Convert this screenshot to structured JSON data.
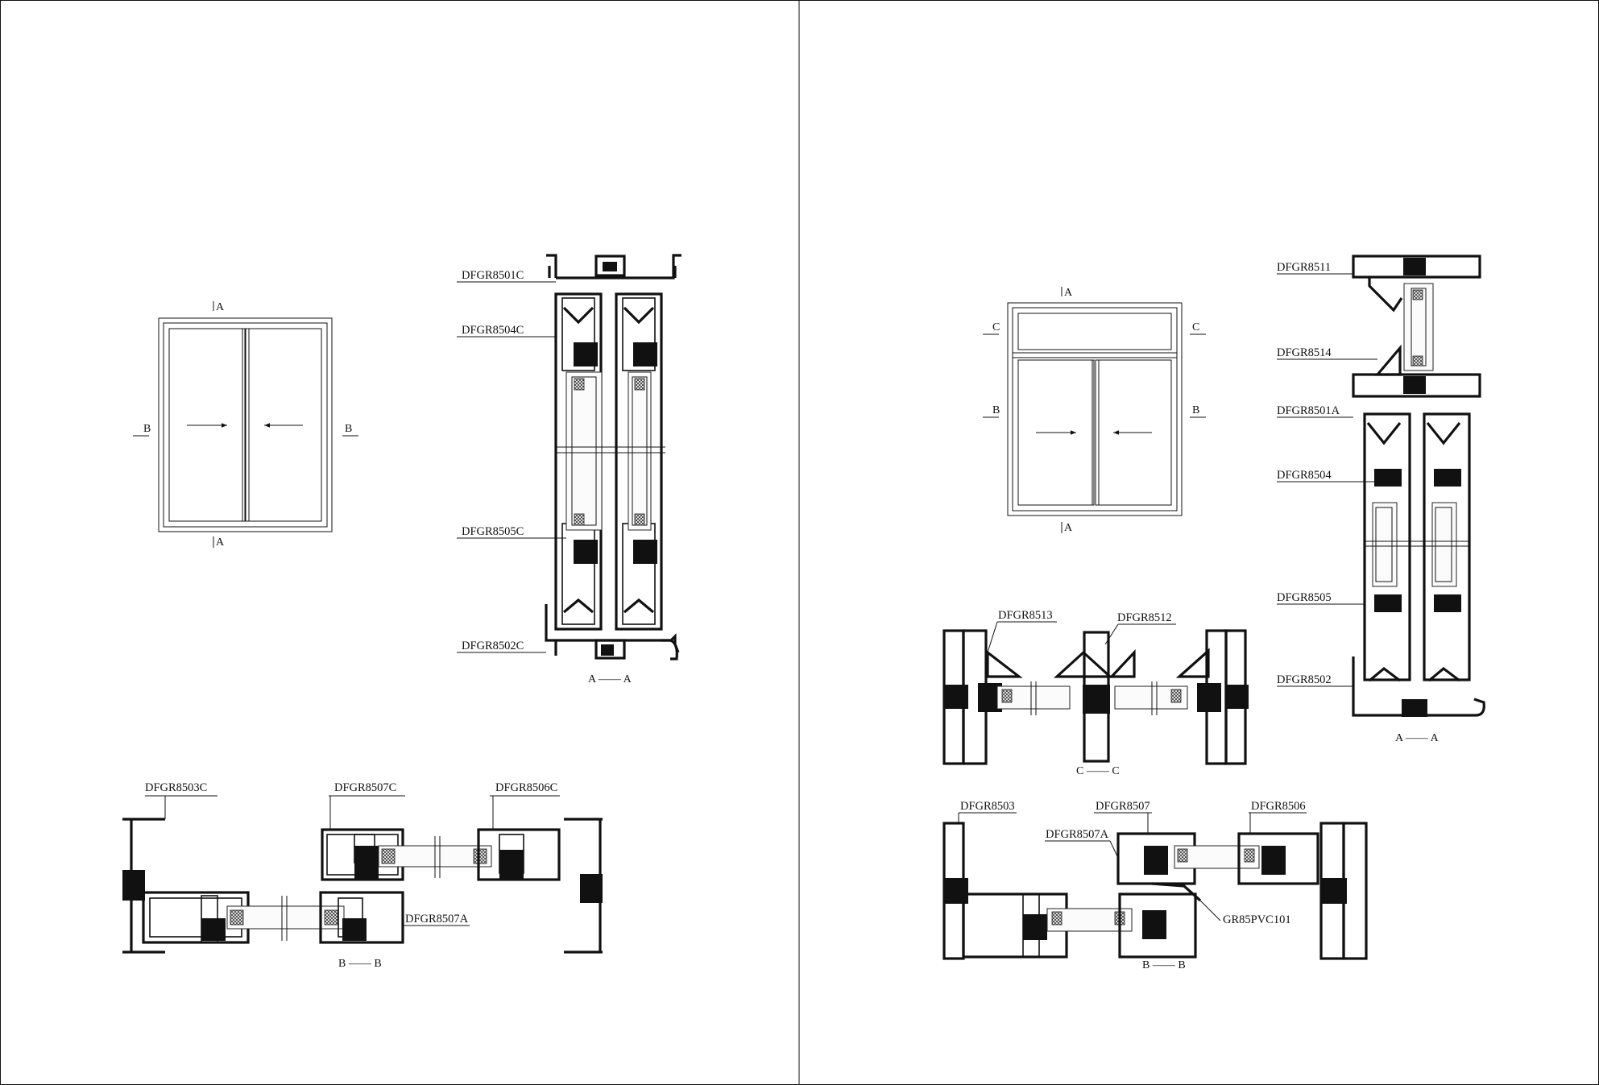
{
  "left_sheet": {
    "elevation": {
      "section_marks": {
        "top": "A",
        "bottom": "A",
        "left": "B",
        "right": "B"
      }
    },
    "section_aa": {
      "labels": [
        "DFGR8501C",
        "DFGR8504C",
        "DFGR8505C",
        "DFGR8502C"
      ],
      "caption": "A —— A"
    },
    "section_bb": {
      "labels": [
        "DFGR8503C",
        "DFGR8507C",
        "DFGR8506C",
        "DFGR8507A"
      ],
      "caption": "B —— B"
    }
  },
  "right_sheet": {
    "elevation": {
      "section_marks": {
        "top": "A",
        "bottom": "A",
        "left_upper": "C",
        "right_upper": "C",
        "left": "B",
        "right": "B"
      }
    },
    "section_aa": {
      "labels": [
        "DFGR8511",
        "DFGR8514",
        "DFGR8501A",
        "DFGR8504",
        "DFGR8505",
        "DFGR8502"
      ],
      "caption": "A —— A"
    },
    "section_cc": {
      "labels": [
        "DFGR8513",
        "DFGR8512"
      ],
      "caption": "C —— C"
    },
    "section_bb": {
      "labels": [
        "DFGR8503",
        "DFGR8507",
        "DFGR8506",
        "DFGR8507A",
        "GR85PVC101"
      ],
      "caption": "B —— B"
    }
  }
}
